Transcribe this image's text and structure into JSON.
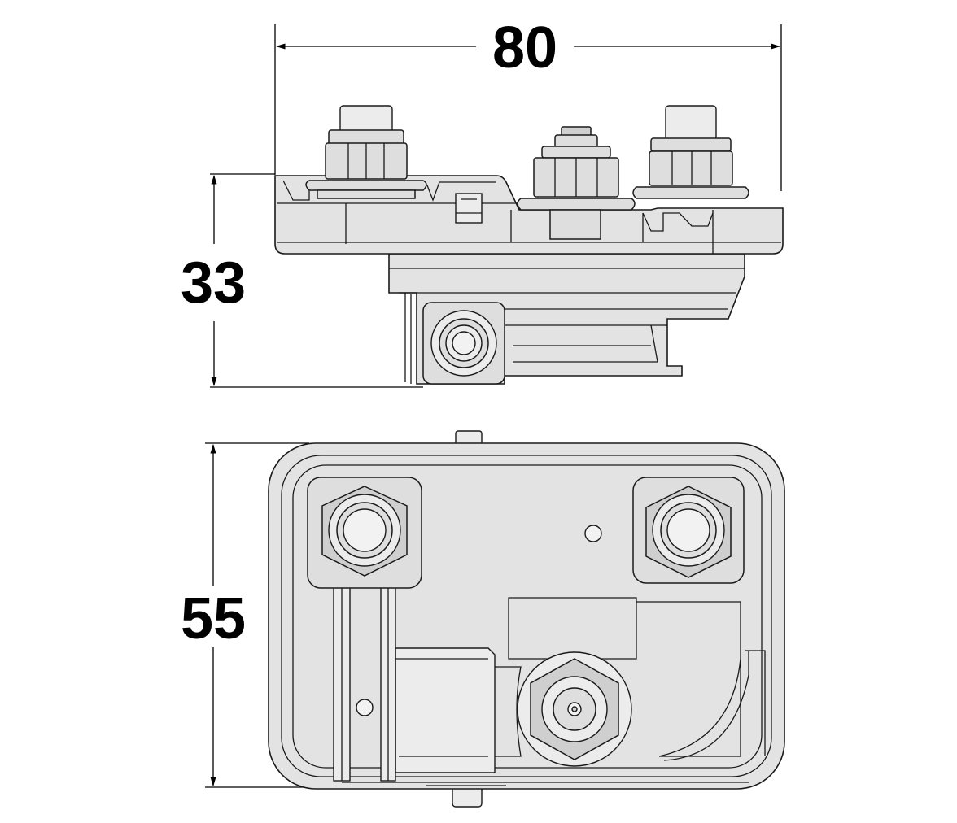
{
  "dimensions": {
    "width_label": "80",
    "height_label": "33",
    "depth_label": "55"
  },
  "colors": {
    "line": "#1a1a1a",
    "body": "#e3e3e3",
    "background": "#ffffff"
  }
}
